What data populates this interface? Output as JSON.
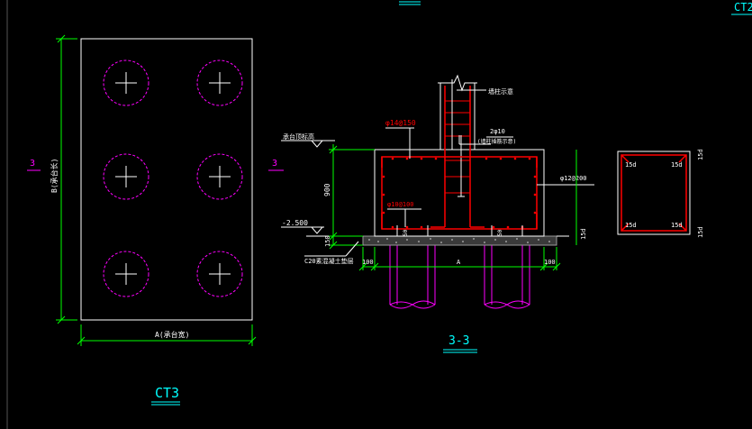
{
  "colors": {
    "background": "#000000",
    "white": "#ffffff",
    "green": "#00ff00",
    "magenta": "#ff00ff",
    "red": "#ff0000",
    "cyan": "#00ffff",
    "gray": "#9a9a9a"
  },
  "plan": {
    "title": "CT3",
    "width_label": "A(承台宽)",
    "height_label": "B(承台长)",
    "section_mark_left": "3",
    "section_mark_right": "3"
  },
  "section": {
    "title": "3-3",
    "column_label": "墙柱示意",
    "rebar_top": "φ14@150",
    "stirrup_note": "2φ10",
    "stirrup_note_2": "(墙柱插筋示意)",
    "rebar_side": "φ12@200",
    "rebar_bottom": "φ10@100",
    "top_elev_label": "承台顶标高",
    "elev_value": "-2.500",
    "dim_depth": "900",
    "dim_cushion": "150",
    "cushion_label": "C20素混凝土垫层",
    "dim_left": "100",
    "dim_width": "A",
    "dim_right": "100",
    "dim_vert_small": "15d",
    "pile_embed_left": "50",
    "pile_embed_right": "50"
  },
  "detail": {
    "corner_labels": [
      "15d",
      "15d",
      "15d",
      "15d"
    ],
    "side_labels": [
      "15d",
      "15d"
    ]
  },
  "top_right_label": "CT2"
}
